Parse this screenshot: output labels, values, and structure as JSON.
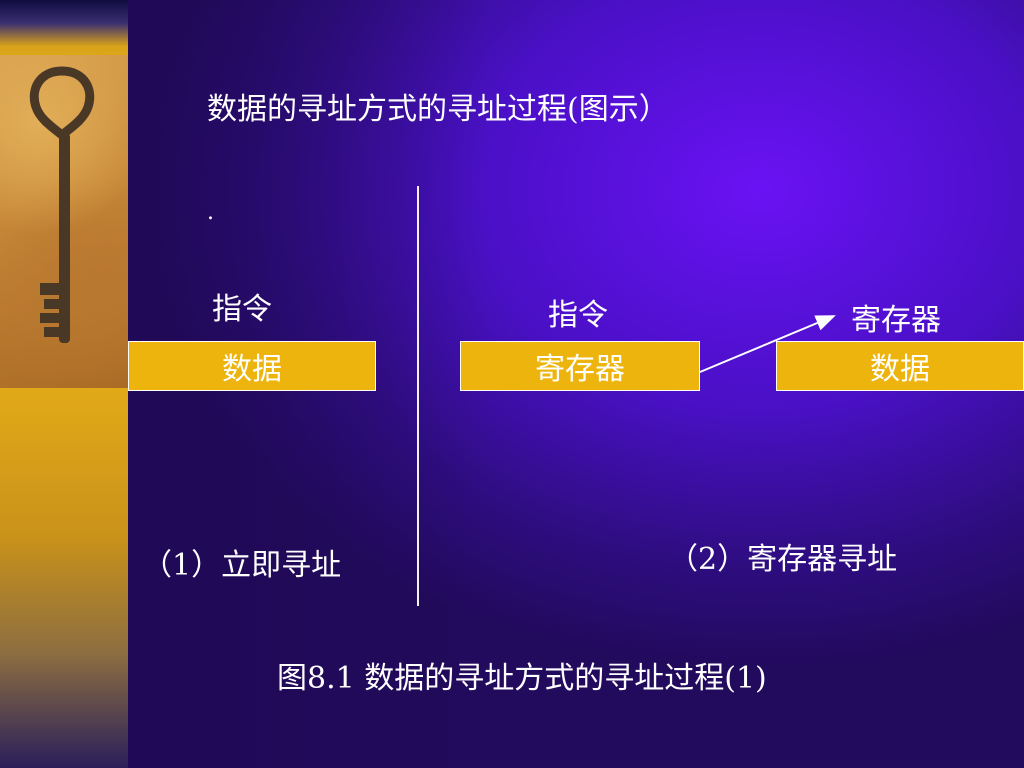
{
  "title": "数据的寻址方式的寻址过程(图示）",
  "dot": ".",
  "immediate": {
    "instruction_label": "指令",
    "data_box": "数据",
    "caption": "（1）立即寻址"
  },
  "register": {
    "instruction_label": "指令",
    "register_box": "寄存器",
    "register_label": "寄存器",
    "data_box": "数据",
    "caption": "（2）寄存器寻址"
  },
  "figure_caption": "图8.1  数据的寻址方式的寻址过程(1)",
  "colors": {
    "box_fill": "#ecb40c",
    "background": "#4a10c6",
    "text": "#ffffff"
  }
}
